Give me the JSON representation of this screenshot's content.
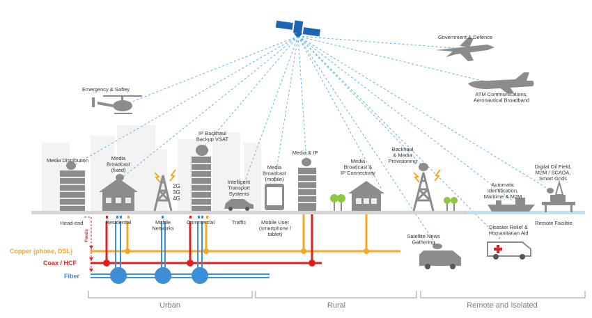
{
  "colors": {
    "satellite_blue": "#1e64b4",
    "link_dash": "#5db3e8",
    "icon_gray": "#8c8c8c",
    "building_light": "#ececec",
    "ground": "#d4d4d4",
    "sea": "#bfe0f5",
    "copper": "#f5a623",
    "coax": "#e02020",
    "fiber": "#3a8fd6",
    "tree": "#8fc743",
    "lightning": "#f5a623",
    "text": "#333333",
    "category_text": "#7a7a7a"
  },
  "icons": {
    "satellite": "satellite-icon",
    "fighter_jet": "fighter-jet-icon",
    "airliner": "airliner-icon",
    "helicopter": "helicopter-icon",
    "building": "building-icon",
    "house": "house-icon",
    "cell_tower": "cell-tower-icon",
    "dish": "satellite-dish-icon",
    "car": "car-icon",
    "smartphone": "smartphone-icon",
    "tree": "tree-icon",
    "van": "news-van-icon",
    "ambulance": "ambulance-icon",
    "ship": "ship-icon",
    "oil_rig": "oil-rig-icon"
  },
  "air": {
    "government": "Government & Defence",
    "atm": [
      "ATM Communications,",
      "Aeronautical Broadband"
    ],
    "emergency": "Emergency & Saftey"
  },
  "top_labels": {
    "media_distribution": "Media Distribution",
    "media_broadcast_fixed": [
      "Media",
      "Broadcast",
      "(fixed)"
    ],
    "ip_backhaul": [
      "IP Backhaul",
      "Backup VSAT"
    ],
    "its": [
      "Intelligent",
      "Transport",
      "Systems"
    ],
    "media_broadcast_mobile": [
      "Media",
      "Broadcast",
      "(mobile)"
    ],
    "media_ip": "Media & IP",
    "media_broadcast_ip": [
      "Media",
      "Broadcast &",
      "IP Connectivity"
    ],
    "backhaul_provisioning": [
      "Backhaul",
      "& Media",
      "Provisioning"
    ],
    "ais": [
      "Automatic",
      "Identification,",
      "Maritime & M2M"
    ],
    "oil_field": [
      "Digital Oil Field,",
      "M2M / SCADA,",
      "Smart Grids"
    ]
  },
  "mobile_gens": [
    "2G",
    "3G",
    "4G"
  ],
  "ground_labels": {
    "head_end": "Head-end",
    "residential": "Residential",
    "mobile_networks": [
      "Mobile",
      "Networks"
    ],
    "commercial": "Commercial",
    "traffic": "Traffic",
    "mobile_user": [
      "Mobile User",
      "(smartphone /",
      "tablet)"
    ],
    "remote_facilities": "Remote Facilitie"
  },
  "lower_labels": {
    "sng": [
      "Satellite News",
      "Gathering"
    ],
    "disaster": [
      "Disaster Relief &",
      "Humanitarian Aid"
    ],
    "feeds": "Feeds"
  },
  "networks": {
    "copper": "Copper (phone, DSL)",
    "coax": "Coax / HCF",
    "fiber": "Fiber"
  },
  "categories": [
    "Urban",
    "Rural",
    "Remote and Isolated"
  ]
}
